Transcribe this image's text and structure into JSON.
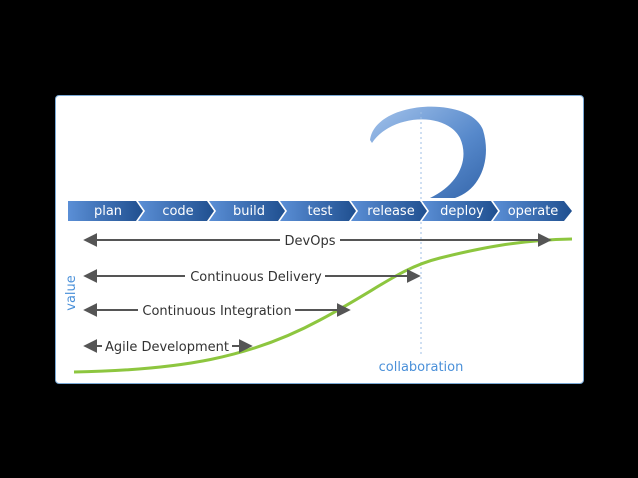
{
  "stages": [
    {
      "label": "plan"
    },
    {
      "label": "code"
    },
    {
      "label": "build"
    },
    {
      "label": "test"
    },
    {
      "label": "release"
    },
    {
      "label": "deploy"
    },
    {
      "label": "operate"
    }
  ],
  "ranges": {
    "devops": "DevOps",
    "continuous_delivery": "Continuous Delivery",
    "continuous_integration": "Continuous Integration",
    "agile_development": "Agile Development"
  },
  "axis": {
    "y_label": "value",
    "x_label": "collaboration"
  },
  "colors": {
    "stage_dark": "#1f4f8f",
    "stage_light": "#3a74c4",
    "value_curve": "#8dc63f",
    "axis_text": "#4a90d9",
    "arrow": "#555555",
    "frame": "#7aa9d6"
  }
}
